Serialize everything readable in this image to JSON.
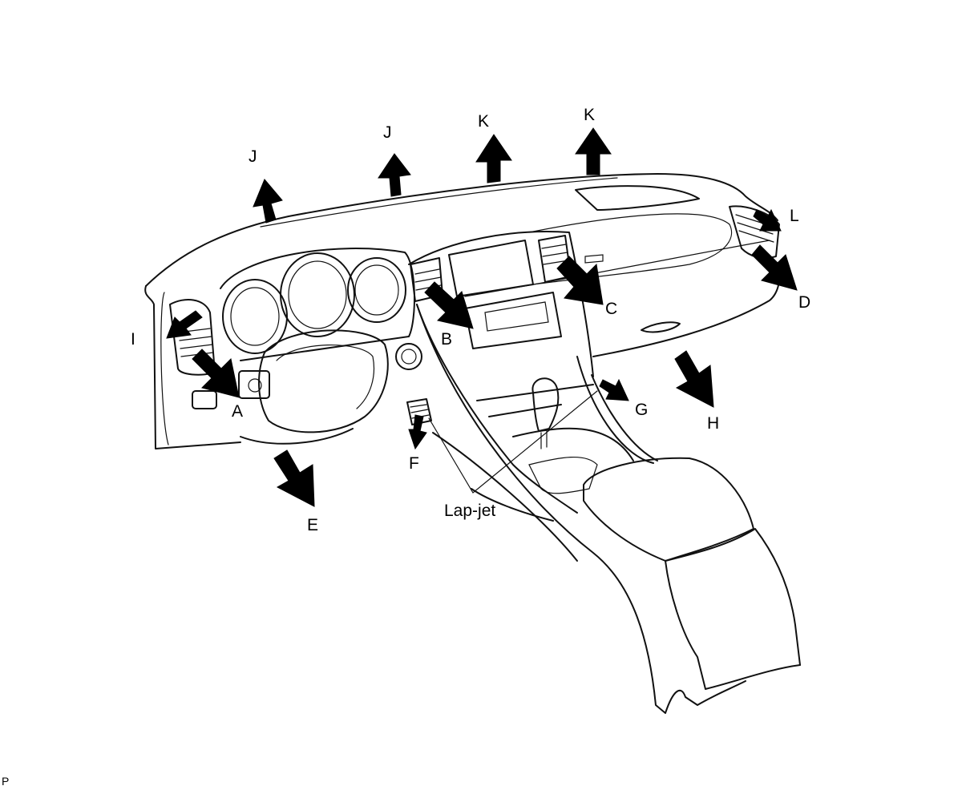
{
  "labels": {
    "A": "A",
    "B": "B",
    "C": "C",
    "D": "D",
    "E": "E",
    "F": "F",
    "G": "G",
    "H": "H",
    "I": "I",
    "J": "J",
    "K": "K",
    "L": "L",
    "lapjet": "Lap-jet",
    "corner": "P"
  }
}
